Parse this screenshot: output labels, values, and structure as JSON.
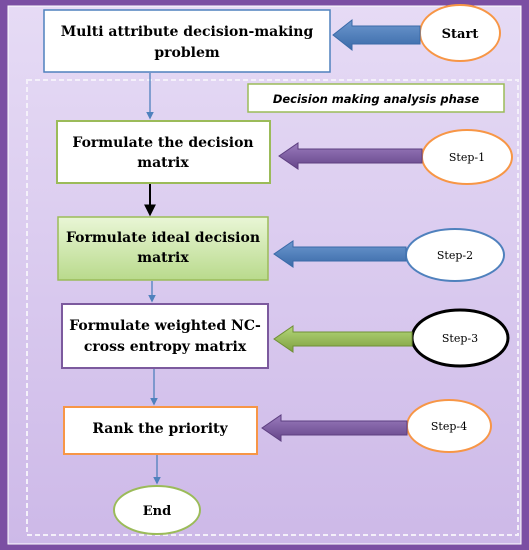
{
  "diagram": {
    "phase_label": "Decision making analysis phase",
    "problem_box": {
      "line1": "Multi attribute decision-making",
      "line2": "problem"
    },
    "start": "Start",
    "steps": [
      {
        "box_line1": "Formulate the decision",
        "box_line2": "matrix",
        "oval": "Step-1"
      },
      {
        "box_line1": "Formulate ideal decision",
        "box_line2": "matrix",
        "oval": "Step-2"
      },
      {
        "box_line1": "Formulate weighted NC-",
        "box_line2": "cross entropy matrix",
        "oval": "Step-3"
      },
      {
        "box_line1": "Rank the priority",
        "box_line2": "",
        "oval": "Step-4"
      }
    ],
    "end": "End"
  },
  "colors": {
    "outer_purple": "#7b4fa3",
    "inner_lavender": "#ddd0f0",
    "box_border_blue": "#4f81bd",
    "box_border_green": "#9bbb59",
    "box_border_orange": "#f79646",
    "arrow_blue": "#4f81bd",
    "arrow_purple": "#7c5a9e",
    "arrow_green": "#9bbb59",
    "gradient_green": "#c6e2a0"
  }
}
